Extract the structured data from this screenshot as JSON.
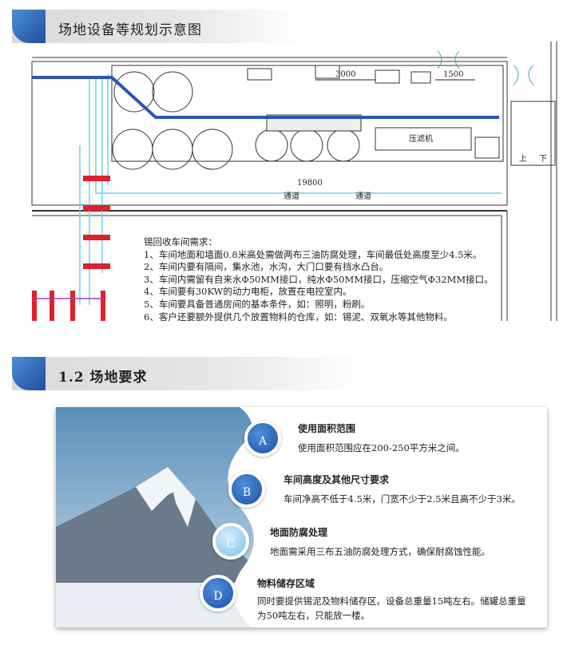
{
  "section1": {
    "title": "场地设备等规划示意图"
  },
  "plan": {
    "dim_3000": "3000",
    "dim_1500": "1500",
    "filter_press": "压滤机",
    "dim_19800": "19800",
    "aisle_1": "通道",
    "aisle_2": "通道",
    "stairs_up": "上",
    "stairs_down": "下"
  },
  "requirements": {
    "heading": "锡回收车间需求：",
    "items": [
      "1、车间地面和墙面0.8米高处需做两布三油防腐处理，车间最低处高度至少4.5米。",
      "2、车间内要有隔间，集水池，水沟，大门口要有挡水凸台。",
      "3、车间内需留有自来水Φ50MM接口，纯水Φ50MM接口，压缩空气Φ32MM接口。",
      "4、车间要有30KW的动力电柜，放置在电控室内。",
      "5、车间要具备普通房间的基本条件，如：照明，粉刷。",
      "6、客户还要额外提供几个放置物料的仓库，如：锡泥、双氧水等其他物料。"
    ]
  },
  "section2": {
    "title": "1.2 场地要求"
  },
  "items": [
    {
      "letter": "A",
      "title": "使用面积范围",
      "text": "使用面积范围应在200-250平方米之间。"
    },
    {
      "letter": "B",
      "title": "车间高度及其他尺寸要求",
      "text": "车间净高不低于4.5米，门宽不少于2.5米且高不少于3米。"
    },
    {
      "letter": "C",
      "title": "地面防腐处理",
      "text": "地面需采用三布五油防腐处理方式，确保耐腐蚀性能。"
    },
    {
      "letter": "D",
      "title": "物料储存区域",
      "text": "同时要提供锡泥及物料储存区。设备总重量15吨左右。储罐总重量为50吨左右，只能放一楼。"
    }
  ],
  "colors": {
    "blue": "#2a55b8",
    "red": "#e0202a",
    "cyan": "#6fd0e6"
  }
}
